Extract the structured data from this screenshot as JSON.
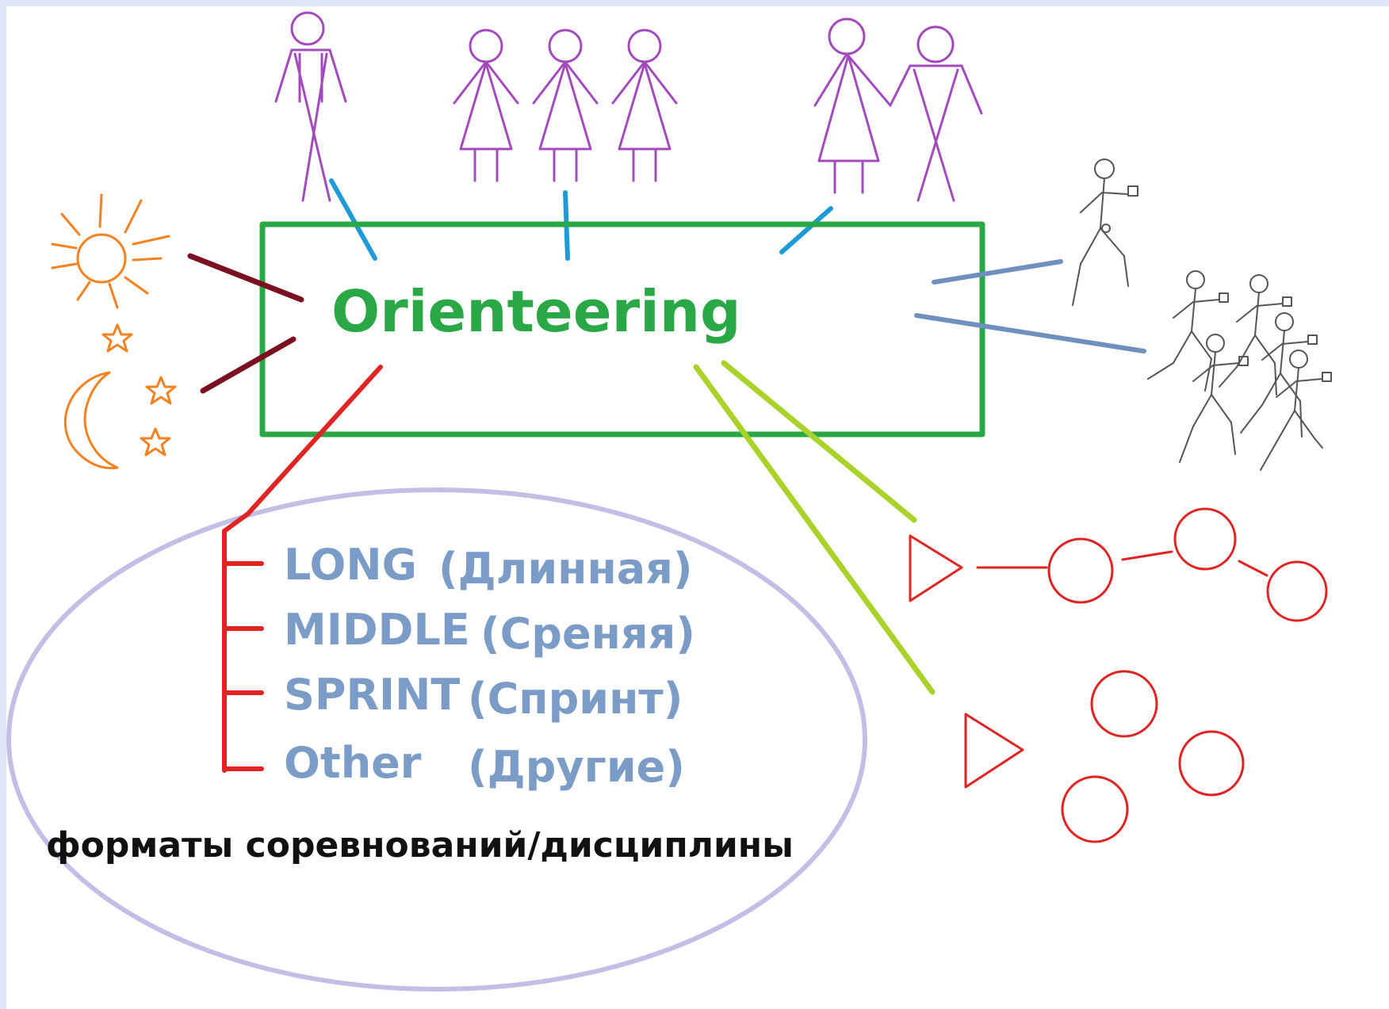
{
  "title": "Orienteering",
  "formats": [
    {
      "name": "LONG",
      "translation": "(Длинная)"
    },
    {
      "name": "MIDDLE",
      "translation": "(Среняя)"
    },
    {
      "name": "SPRINT",
      "translation": "(Спринт)"
    },
    {
      "name": "Other",
      "translation": "(Другие)"
    }
  ],
  "formats_caption": "форматы соревнований/дисциплины",
  "colors": {
    "box": "#2aa845",
    "title": "#2aa845",
    "people": "#a34bbd",
    "connector_people": "#1f9ad6",
    "day_night": "#f58220",
    "day_night_connector": "#7a1020",
    "formats_connector": "#e02424",
    "format_text": "#7b9cc6",
    "ellipse": "#c4bde6",
    "runners": "#555555",
    "runner_connector": "#6f8fbf",
    "course": "#e02424",
    "course_connector": "#a9d22a"
  },
  "icons": [
    "person-icon",
    "woman-icon",
    "couple-icon",
    "sun-icon",
    "moon-icon",
    "star-icon",
    "runner-icon",
    "runner-group-icon",
    "course-line-icon",
    "course-score-icon"
  ]
}
